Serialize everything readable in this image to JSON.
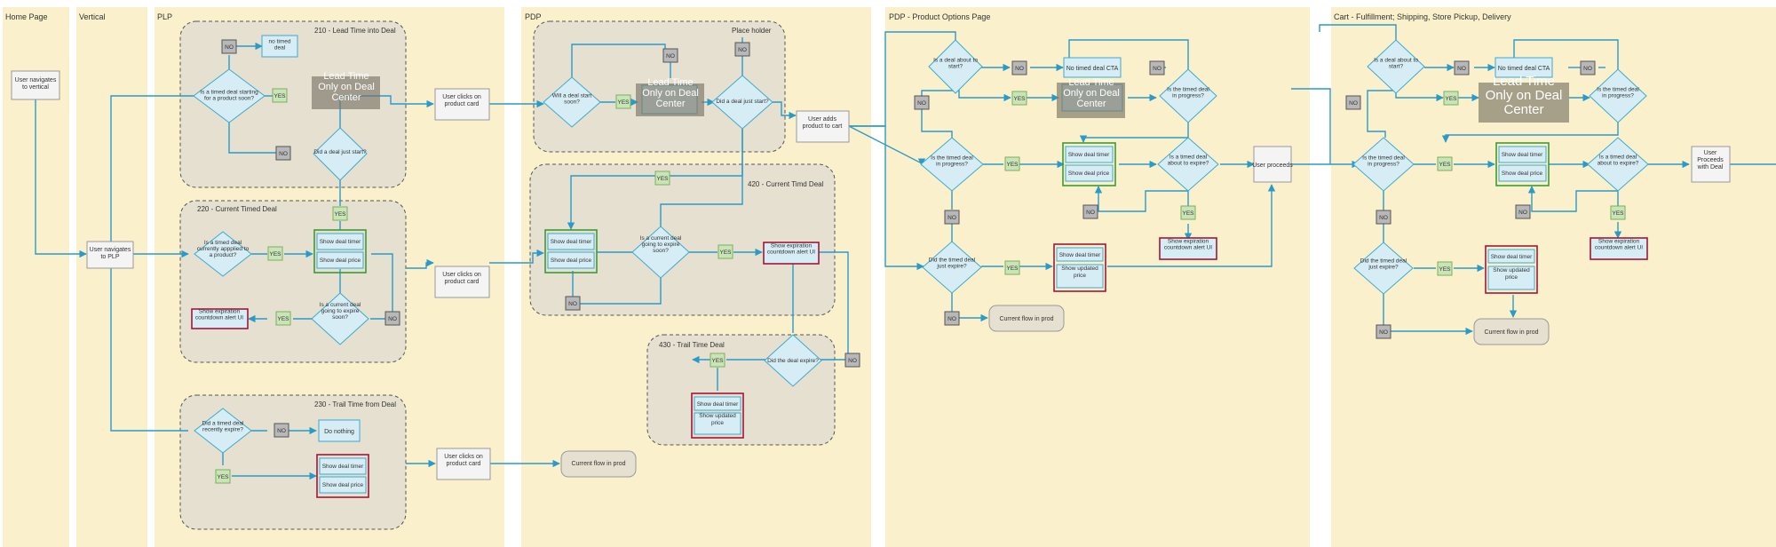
{
  "colors": {
    "lane_fill": "#FAF1CC",
    "group_fill": "#E5E0D0",
    "group_stroke": "#555555",
    "diamond_fill": "#D6EDF5",
    "diamond_stroke": "#3FA9CE",
    "box_fill": "#F4F4F4",
    "box_stroke": "#999999",
    "yes_fill": "#C9E5B7",
    "yes_stroke": "#7BAF5A",
    "no_fill": "#B8B8B8",
    "no_stroke": "#555555",
    "line": "#2A9BC9",
    "green_border": "#3D9B35",
    "red_border": "#A2163A",
    "label_box_fill": "#D6EDF5",
    "overlay_fill": "#7A7566",
    "prod_fill": "#E5E0D0"
  },
  "lanes": {
    "home": "Home Page",
    "vertical": "Vertical",
    "plp": "PLP",
    "pdp": "PDP",
    "pdp_options": "PDP - Product Options Page",
    "cart": "Cart - Fulfillment; Shipping, Store Pickup, Delivery"
  },
  "groups": {
    "g210": "210 - Lead Time into Deal",
    "g220": "220 - Current Timed Deal",
    "g230": "230 - Trail Time from Deal",
    "placeholder": "Place holder",
    "g420": "420 - Current Timd Deal",
    "g430": "430 - Trail Time Deal"
  },
  "labels": {
    "yes": "YES",
    "no": "NO",
    "user_nav_vertical": "User navigates to vertical",
    "user_nav_plp": "User navigates to PLP",
    "user_clicks_card": "User clicks on product card",
    "user_adds_cart": "User adds product to cart",
    "user_proceeds": "User proceeds",
    "user_proceeds_deal": "User Proceeds with Deal",
    "no_timed_deal": "no timed deal",
    "lead_time_overlay": "Lead Time Only on Deal Center",
    "show_deal_timer": "Show deal timer",
    "show_deal_price": "Show deal price",
    "show_updated_price": "Show updated price",
    "show_expiration_alert": "Show expiration countdown alert UI",
    "do_nothing": "Do nothing",
    "current_flow_prod": "Current flow in prod",
    "no_timed_deal_cta": "No timed deal CTA",
    "q_starting_soon": "Is a timed deal starting for a product soon?",
    "q_just_start": "Did a deal just start?",
    "q_applied": "Is a timed deal currently appplied to a product?",
    "q_expire_soon": "Is a current deal going to expire soon?",
    "q_recently_expire": "Did a timed deal recently expire?",
    "q_will_start": "Will a deal start soon?",
    "q_just_start2": "Did a deal just start?",
    "q_current_expire": "Is a current deal going to expire soon?",
    "q_deal_expire": "Did the deal expire?",
    "q_about_start": "Is a deal about to start?",
    "q_in_progress": "Is the timed deal in progress?",
    "q_about_expire": "Is a timed deal about to expire?",
    "q_just_expire": "Did the timed deal just expire?"
  }
}
